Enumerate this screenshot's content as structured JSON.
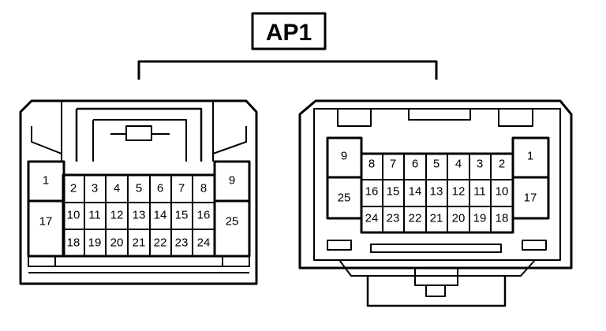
{
  "title": "AP1",
  "left_connector": {
    "pins": [
      "1",
      "2",
      "3",
      "4",
      "5",
      "6",
      "7",
      "8",
      "9",
      "10",
      "11",
      "12",
      "13",
      "14",
      "15",
      "16",
      "17",
      "18",
      "19",
      "20",
      "21",
      "22",
      "23",
      "24",
      "25"
    ]
  },
  "right_connector": {
    "pins": [
      "1",
      "2",
      "3",
      "4",
      "5",
      "6",
      "7",
      "8",
      "9",
      "10",
      "11",
      "12",
      "13",
      "14",
      "15",
      "16",
      "17",
      "18",
      "19",
      "20",
      "21",
      "22",
      "23",
      "24",
      "25"
    ]
  }
}
